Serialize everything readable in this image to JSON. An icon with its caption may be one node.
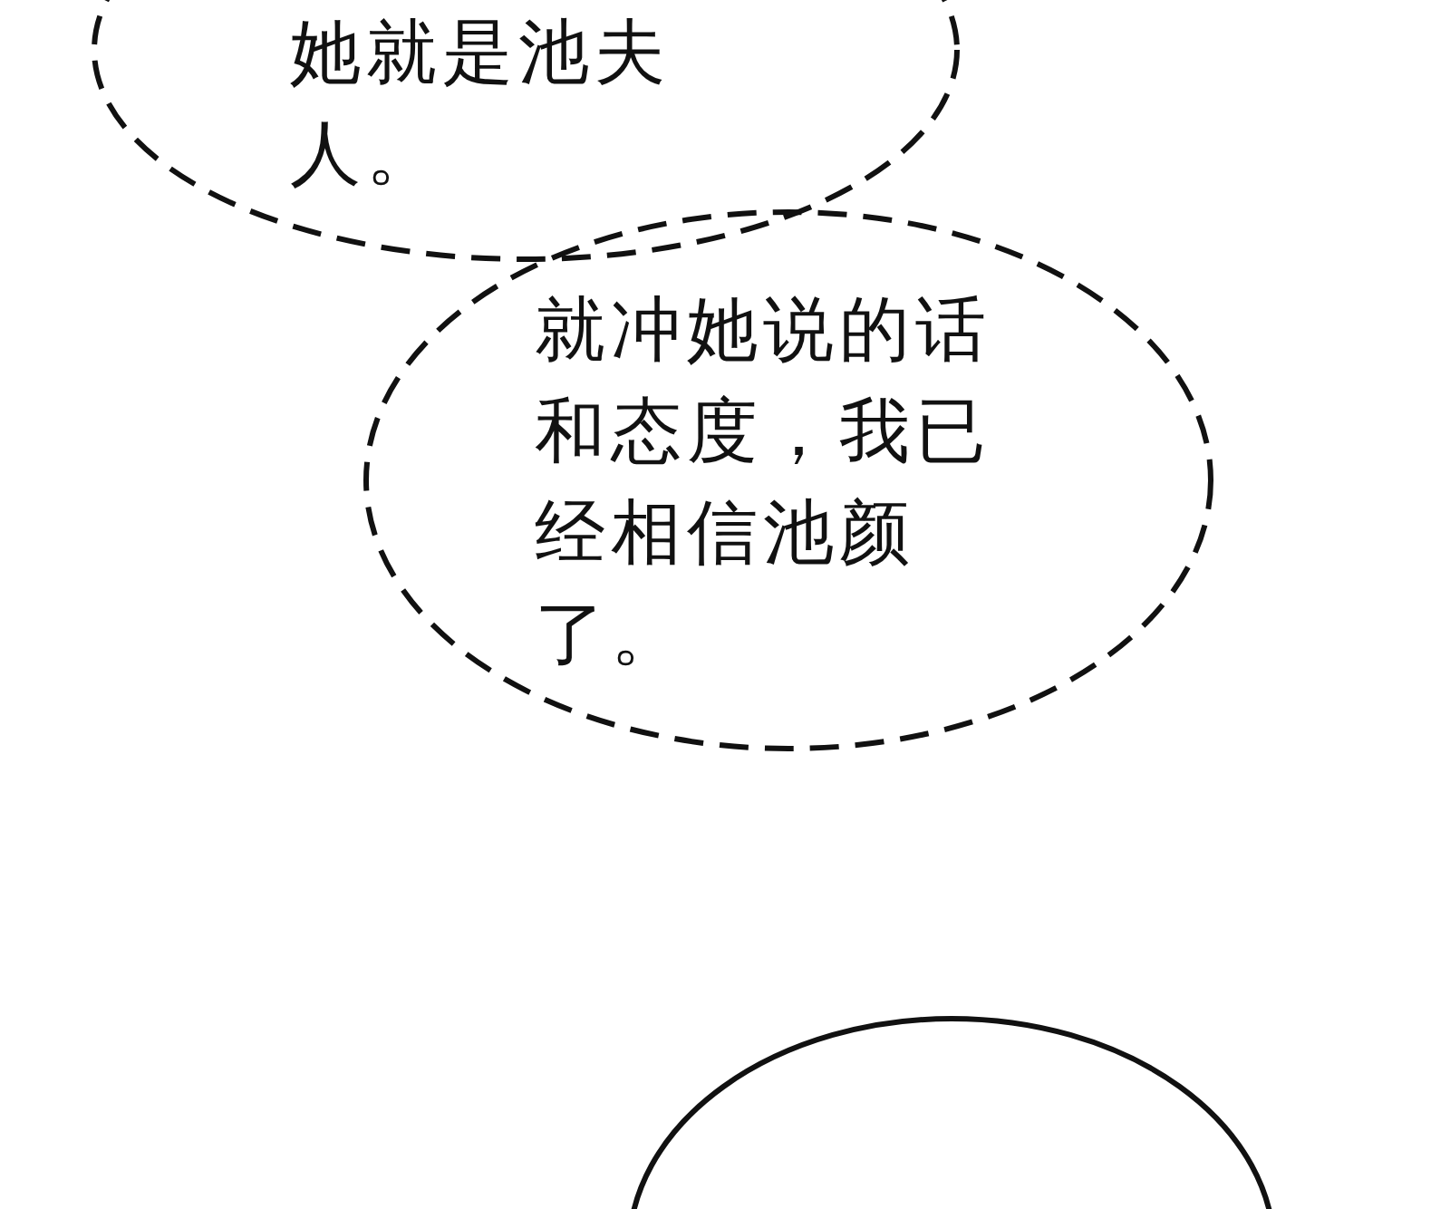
{
  "diagram": {
    "nodes": [
      {
        "text": [
          "她就是池夫人。"
        ]
      },
      {
        "text": [
          "就冲她说的话和态度，我已经相信池颜了。"
        ]
      },
      {
        "text": [],
        "shape": "circle"
      }
    ],
    "edges": []
  }
}
